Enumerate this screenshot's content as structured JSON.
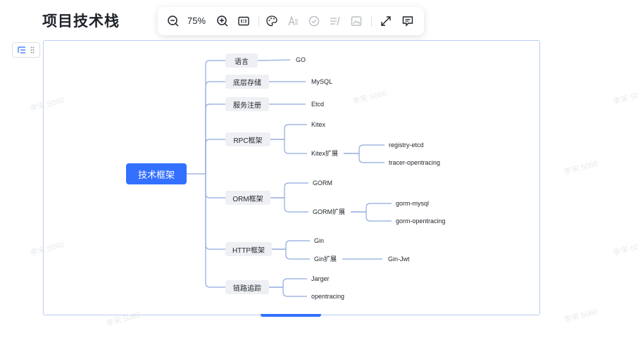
{
  "page": {
    "title": "项目技术栈"
  },
  "toolbar": {
    "zoom_level": "75%",
    "zoom_out_icon": "zoom-out-icon",
    "zoom_in_icon": "zoom-in-icon",
    "fit_icon": "fit-one-to-one-icon",
    "theme_icon": "palette-icon",
    "text_style_icon": "text-style-icon",
    "check_icon": "check-circle-icon",
    "layout_icon": "layout-icon",
    "image_icon": "image-icon",
    "fullscreen_icon": "expand-icon",
    "comment_icon": "comment-icon"
  },
  "watermark": {
    "text": "李宋 5060"
  },
  "mindmap": {
    "root": "技术框架",
    "branches": [
      {
        "label": "语言",
        "children": [
          {
            "label": "GO"
          }
        ]
      },
      {
        "label": "底层存储",
        "children": [
          {
            "label": "MySQL"
          }
        ]
      },
      {
        "label": "服务注册",
        "children": [
          {
            "label": "Etcd"
          }
        ]
      },
      {
        "label": "RPC框架",
        "children": [
          {
            "label": "Kitex"
          },
          {
            "label": "Kitex扩展",
            "children": [
              {
                "label": "registry-etcd"
              },
              {
                "label": "tracer-opentracing"
              }
            ]
          }
        ]
      },
      {
        "label": "ORM框架",
        "children": [
          {
            "label": "GORM"
          },
          {
            "label": "GORM扩展",
            "children": [
              {
                "label": "gorm-mysql"
              },
              {
                "label": "gorm-opentracing"
              }
            ]
          }
        ]
      },
      {
        "label": "HTTP框架",
        "children": [
          {
            "label": "Gin"
          },
          {
            "label": "Gin扩展",
            "children": [
              {
                "label": "Gin-Jwt"
              }
            ]
          }
        ]
      },
      {
        "label": "链路追踪",
        "children": [
          {
            "label": "Jarger"
          },
          {
            "label": "opentracing"
          }
        ]
      }
    ]
  }
}
